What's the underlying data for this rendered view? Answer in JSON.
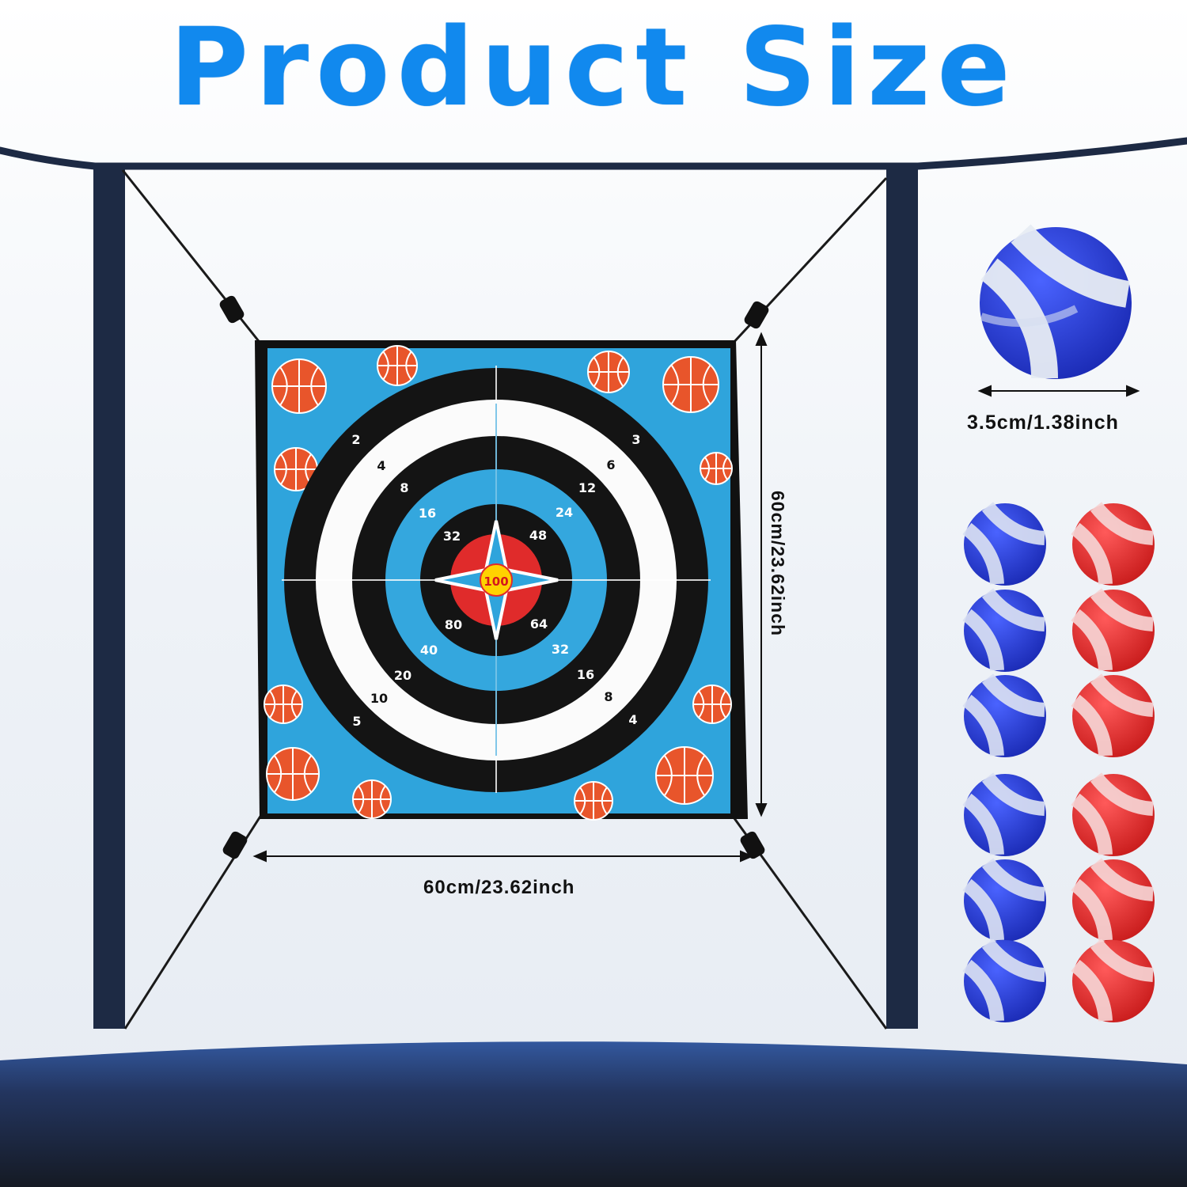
{
  "title": "Product Size",
  "dimensions": {
    "target_width": "60cm/23.62inch",
    "target_height": "60cm/23.62inch",
    "ball_diameter": "3.5cm/1.38inch"
  },
  "target": {
    "center_label": "100",
    "rings": {
      "outer_black": {
        "top_left": "2",
        "top_right": "3",
        "bottom_left": "5",
        "bottom_right": "4"
      },
      "white": {
        "top_left": "4",
        "top_right": "6",
        "bottom_left": "10",
        "bottom_right": "8"
      },
      "inner_black": {
        "top_left": "8",
        "top_right": "12",
        "bottom_left": "20",
        "bottom_right": "16"
      },
      "blue": {
        "top_left": "16",
        "top_right": "24",
        "bottom_left": "40",
        "bottom_right": "32"
      },
      "center_black": {
        "top_left": "32",
        "top_right": "48",
        "bottom_left": "80",
        "bottom_right": "64"
      }
    }
  },
  "balls": {
    "blue_count": 6,
    "red_count": 6
  },
  "colors": {
    "title": "#1189ee",
    "target_blue": "#2fa4dc",
    "basketball": "#e8552b",
    "ball_blue": "#2338d6",
    "ball_red": "#e32b2b",
    "frame": "#1d2a44"
  }
}
